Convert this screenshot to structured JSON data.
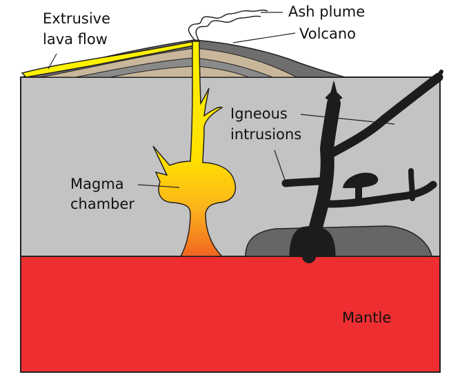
{
  "labels": {
    "extrusive_line1": "Extrusive",
    "extrusive_line2": "lava flow",
    "ash_plume": "Ash plume",
    "volcano": "Volcano",
    "igneous_line1": "Igneous",
    "igneous_line2": "intrusions",
    "magma_line1": "Magma",
    "magma_line2": "chamber",
    "mantle": "Mantle"
  },
  "colors": {
    "crust": "#c3c3c3",
    "mantle": "#ee2e31",
    "magma_top": "#fff200",
    "magma_bottom": "#f58220",
    "intrusion": "#1c1c1c",
    "pluton": "#666666",
    "volcano_dark": "#6e6e6e",
    "volcano_tan": "#c8b79a",
    "outline": "#231f20"
  }
}
